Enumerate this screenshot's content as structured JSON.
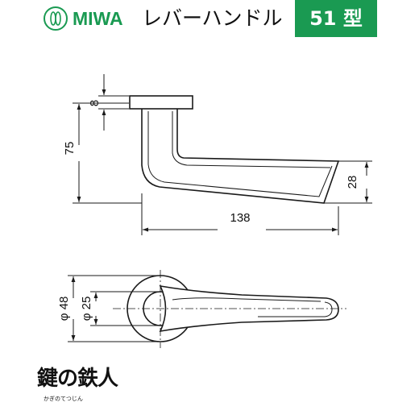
{
  "header": {
    "logo_text": "MIWA",
    "title": "レバーハンドル",
    "model": "51 型"
  },
  "dimensions": {
    "rose_thickness": "8",
    "height": "75",
    "lever_depth": "28",
    "length": "138",
    "rose_diameter": "φ 48",
    "neck_diameter": "φ 25"
  },
  "brand": {
    "logo_text": "鍵の鉄人",
    "sub_text": "かぎのてつじん"
  },
  "colors": {
    "brand_green": "#1a9a52",
    "line": "#1a1a1a"
  }
}
